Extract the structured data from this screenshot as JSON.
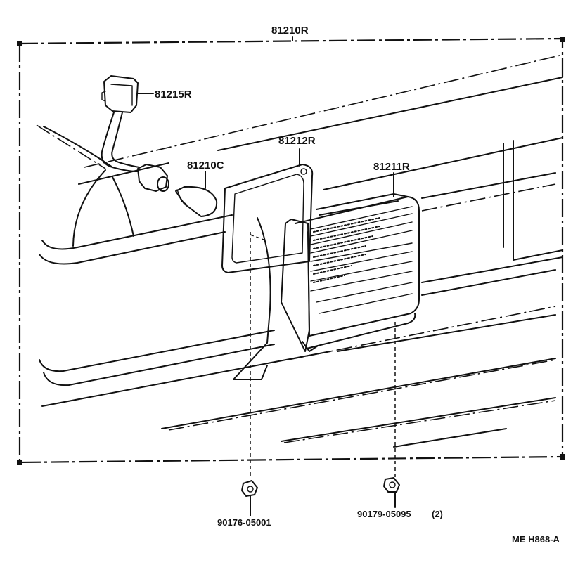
{
  "labels": {
    "assembly": "81210R",
    "socket": "81215R",
    "bulb": "81210C",
    "gasket": "81212R",
    "lens": "81211R",
    "nut_left": "90176-05001",
    "nut_right": "90179-05095",
    "nut_right_qty": "(2)",
    "figure_code": "ME H868-A"
  }
}
